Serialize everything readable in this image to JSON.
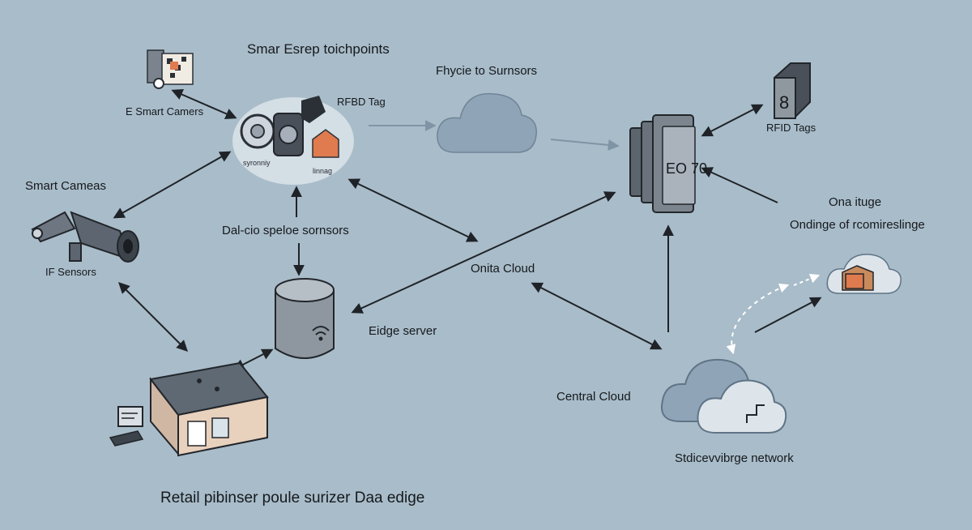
{
  "labels": {
    "top_title": "Smar Esrep toichpoints",
    "physics_sensors": "Fhycie to Surnsors",
    "rfid_tag": "RFBD Tag",
    "e_smart_cameras": "E Smart Camers",
    "smart_cameas": "Smart Cameas",
    "if_sensors": "IF Sensors",
    "synonly": "syronniy",
    "linkedg": "linnag",
    "data_sensors": "Dal-cio speloe sornsors",
    "onita_cloud": "Onita Cloud",
    "edge_server": "Eidge server",
    "rfid_tags": "RFID Tags",
    "ona_itage": "Ona ituge",
    "ondinge": "Ondinge of rcomireslinge",
    "central_cloud": "Central Cloud",
    "network": "Stdicevvibrge network",
    "bottom_title": "Retail pibinser poule surizer Daa edige",
    "rfid_badge": "8",
    "tablet_text": "EO 70"
  },
  "colors": {
    "background": "#a9bcc9",
    "accent_orange": "#e07a4f",
    "device_dark": "#4a5059",
    "cloud_fill": "#9bb0c2",
    "arrow": "#1f2328",
    "arrow_soft": "#7f95a6"
  }
}
